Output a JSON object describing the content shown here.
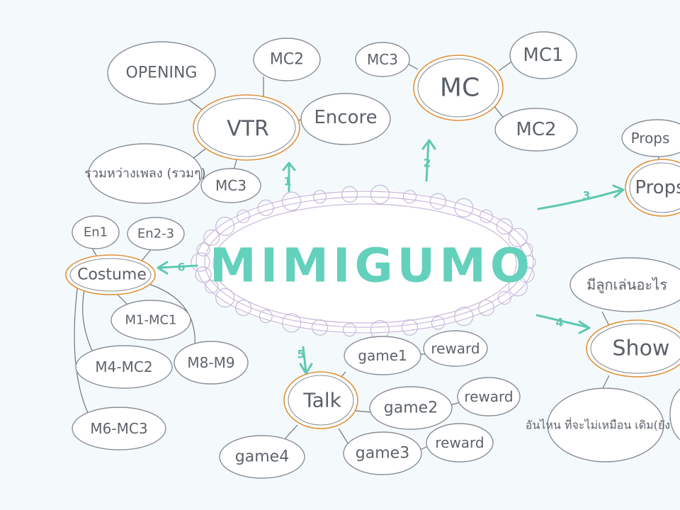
{
  "center": {
    "label": "MIMIGUMO"
  },
  "nodes": {
    "opening": "OPENING",
    "vtr": "VTR",
    "vtr_mc2": "MC2",
    "encore": "Encore",
    "vtr_medley": "รวมหว่างเพลง (รวมๆ)",
    "vtr_mc3": "MC3",
    "mc": "MC",
    "mc_mc3": "MC3",
    "mc_mc1": "MC1",
    "mc_mc2": "MC2",
    "props_top": "Props",
    "props": "Props",
    "costume": "Costume",
    "en1": "En1",
    "en2_3": "En2-3",
    "m1_mc1": "M1-MC1",
    "m4_mc2": "M4-MC2",
    "m8_m9": "M8-M9",
    "m6_mc3": "M6-MC3",
    "talk": "Talk",
    "game1": "game1",
    "reward1": "reward",
    "game2": "game2",
    "reward2": "reward",
    "game3": "game3",
    "reward3": "reward",
    "game4": "game4",
    "show": "Show",
    "show_ball": "มีลูกเล่นอะไร",
    "show_new": "อันไหน ที่จะไม่เหมือน เดิม(ยังไง)"
  },
  "arrows": {
    "a1": "1",
    "a2": "2",
    "a3": "3",
    "a4": "4",
    "a5": "5",
    "a6": "6"
  },
  "colors": {
    "accent_teal": "#5fc8b2",
    "orange_outline": "#e0913a",
    "grey_outline": "#8a8f96",
    "text_grey": "#5d636a",
    "cloud_lilac": "#c7b9dc"
  }
}
